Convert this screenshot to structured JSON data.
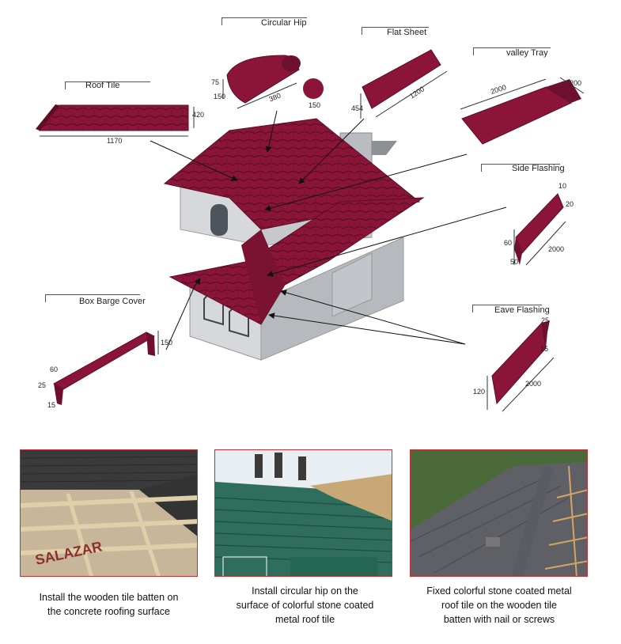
{
  "components": {
    "roof_tile": {
      "title": "Roof Tile",
      "width": "1170",
      "height": "420"
    },
    "circular_hip": {
      "title": "Circular Hip",
      "d1": "75",
      "d2": "150",
      "length": "380",
      "diameter": "150"
    },
    "flat_sheet": {
      "title": "Flat Sheet",
      "width": "454",
      "length": "1200"
    },
    "valley_tray": {
      "title": "valley Tray",
      "length": "2000",
      "width": "200"
    },
    "side_flashing": {
      "title": "Side Flashing",
      "d1": "10",
      "d2": "20",
      "d3": "60",
      "d4": "50",
      "length": "2000"
    },
    "box_barge": {
      "title": "Box Barge Cover",
      "d1": "150",
      "d2": "60",
      "d3": "25",
      "d4": "15"
    },
    "eave_flashing": {
      "title": "Eave Flashing",
      "d1": "25",
      "d2": "15",
      "d3": "120",
      "length": "2000"
    }
  },
  "colors": {
    "tile": "#8a1538",
    "tile_dark": "#5e0d24",
    "wall": "#d6d8dc",
    "wall_shade": "#aeb1b6",
    "border": "#b33333"
  },
  "captions": [
    {
      "line1": "Install the wooden tile batten on",
      "line2": "the concrete roofing surface",
      "line3": ""
    },
    {
      "line1": "Install circular hip on the",
      "line2": "surface of colorful stone coated",
      "line3": "metal roof tile"
    },
    {
      "line1": "Fixed colorful stone coated metal",
      "line2": "roof tile on the wooden tile",
      "line3": "batten with nail or screws"
    }
  ],
  "photo_texts": {
    "brand": "SALAZAR"
  }
}
